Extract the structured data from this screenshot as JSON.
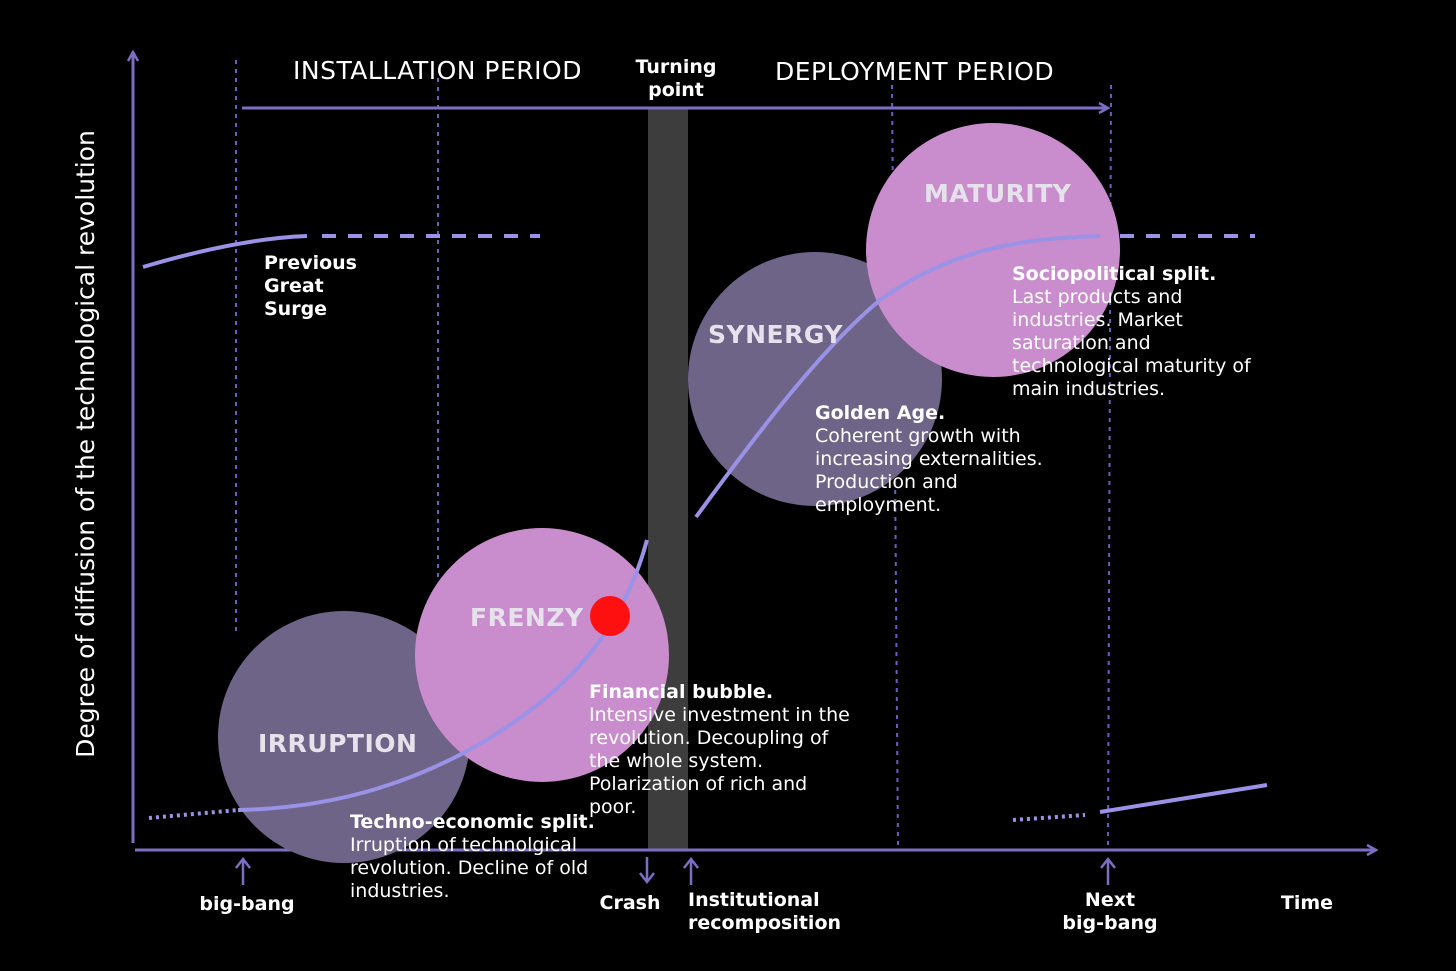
{
  "header": {
    "installation_period": "INSTALLATION PERIOD",
    "deployment_period": "DEPLOYMENT PERIOD",
    "turning_point_line1": "Turning",
    "turning_point_line2": "point"
  },
  "y_axis_label": "Degree of diffusion of the technological revolution",
  "previous_surge": [
    "Previous",
    "Great",
    "Surge"
  ],
  "phases": {
    "irruption": "IRRUPTION",
    "frenzy": "FRENZY",
    "synergy": "SYNERGY",
    "maturity": "MATURITY"
  },
  "descriptions": {
    "irruption": {
      "title": "Techno-economic split.",
      "lines": [
        "Irruption of technolgical",
        "revolution. Decline of old",
        "industries."
      ]
    },
    "frenzy": {
      "title": "Financial bubble.",
      "lines": [
        "Intensive investment in the",
        "revolution. Decoupling of",
        "the whole system.",
        "Polarization of rich and",
        "poor."
      ]
    },
    "synergy": {
      "title": "Golden Age.",
      "lines": [
        "Coherent growth with",
        "increasing externalities.",
        "Production and",
        "employment."
      ]
    },
    "maturity": {
      "title": "Sociopolitical split.",
      "lines": [
        "Last products and",
        "industries. Market",
        "saturation and",
        "technological maturity of",
        "main industries."
      ]
    }
  },
  "x_axis_markers": {
    "big_bang": "big-bang",
    "crash": "Crash",
    "institutional_line1": "Institutional",
    "institutional_line2": "recomposition",
    "next_line1": "Next",
    "next_line2": "big-bang",
    "time": "Time"
  },
  "colors": {
    "background": "#000000",
    "axis": "#7b6fc4",
    "curve": "#9a92e6",
    "irruption_circle": "#6e6488",
    "frenzy_circle": "#c98ccc",
    "synergy_circle": "#6e6488",
    "maturity_circle": "#c98ccc",
    "turning_bar": "#3d3d3d",
    "crash_dot": "#ff1010"
  }
}
